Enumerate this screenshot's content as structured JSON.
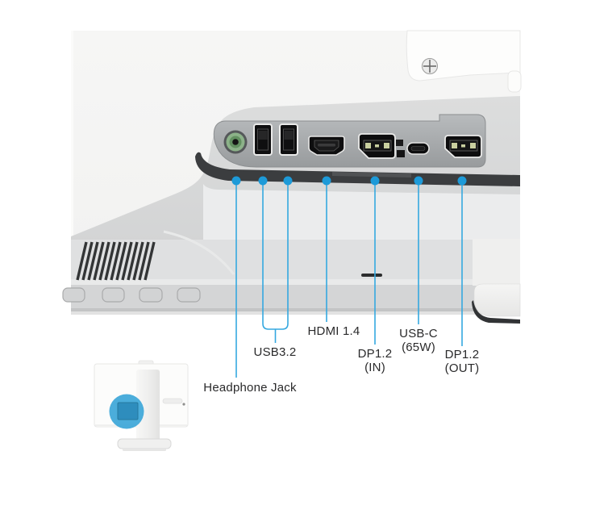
{
  "figure": {
    "title_hint": "monitor-bottom-port-diagram",
    "callouts": {
      "headphone": {
        "label": "Headphone Jack"
      },
      "usb": {
        "label": "USB3.2"
      },
      "hdmi": {
        "label": "HDMI 1.4"
      },
      "dp_in": {
        "line1": "DP1.2",
        "line2": "(IN)"
      },
      "usb_c": {
        "line1": "USB-C",
        "line2": "(65W)"
      },
      "dp_out": {
        "line1": "DP1.2",
        "line2": "(OUT)"
      }
    },
    "ports": [
      "headphone-jack",
      "usb-3.2-type-a",
      "usb-3.2-type-a",
      "hdmi-1.4",
      "displayport-1.2-in",
      "usb-c-65w",
      "displayport-1.2-out"
    ],
    "colors": {
      "callout_line_blue": "#35A8E0",
      "callout_dot_blue": "#1D9AD8",
      "highlight_circle_blue": "#41A9D9",
      "headphone_jack_green": "#628F60",
      "port_recess_gray": "#A6A9AB",
      "dark_edge": "#3B3D3F"
    }
  }
}
